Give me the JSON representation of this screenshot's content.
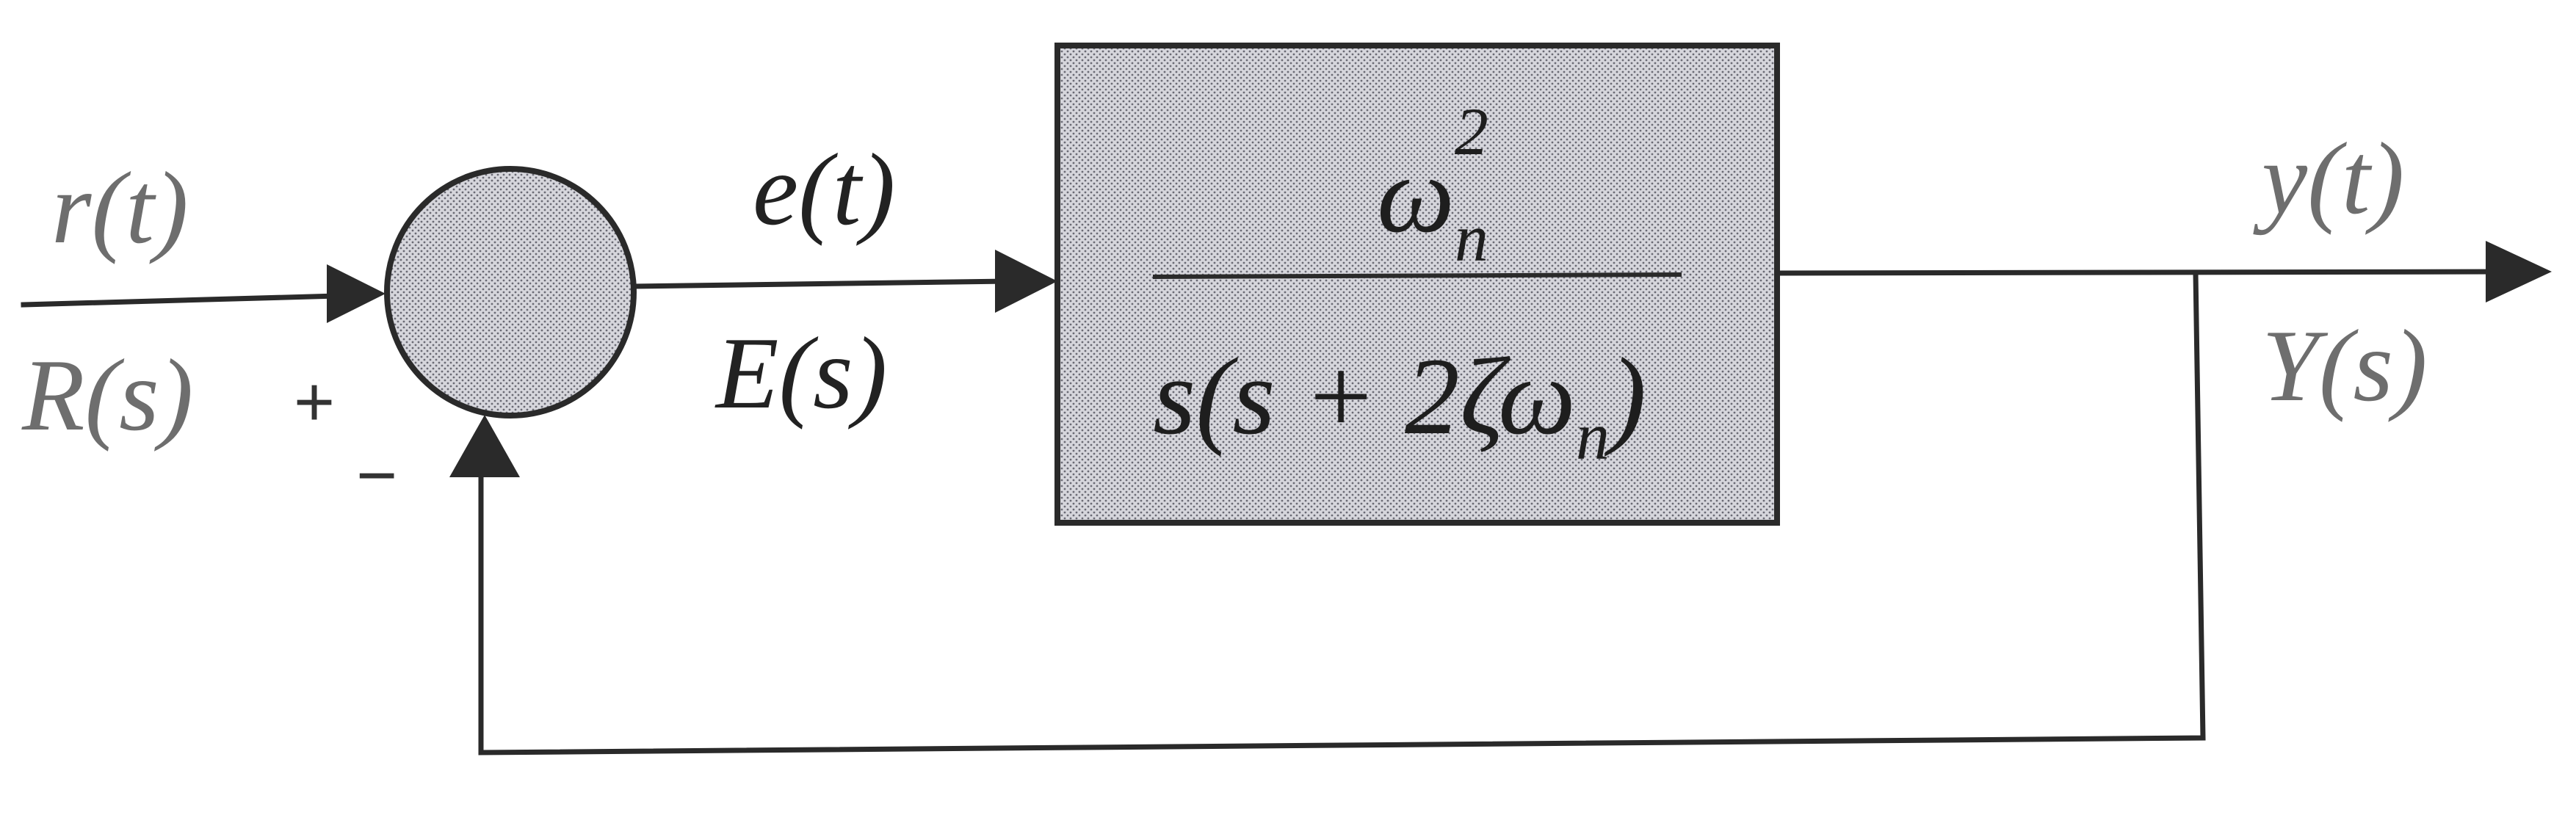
{
  "input": {
    "time_label": "r(t)",
    "laplace_label": "R(s)"
  },
  "summing_junction": {
    "plus_sign": "+",
    "minus_sign": "−"
  },
  "error": {
    "time_label": "e(t)",
    "laplace_label": "E(s)"
  },
  "plant": {
    "numerator": {
      "symbol": "ω",
      "subscript": "n",
      "superscript": "2"
    },
    "denominator": {
      "prefix": "s(s + 2ζω",
      "subscript": "n",
      "suffix": ")"
    }
  },
  "output": {
    "time_label": "y(t)",
    "laplace_label": "Y(s)"
  },
  "colors": {
    "line": "#2a2a2a",
    "shade": "#c9c9cf",
    "text": "#222222"
  }
}
